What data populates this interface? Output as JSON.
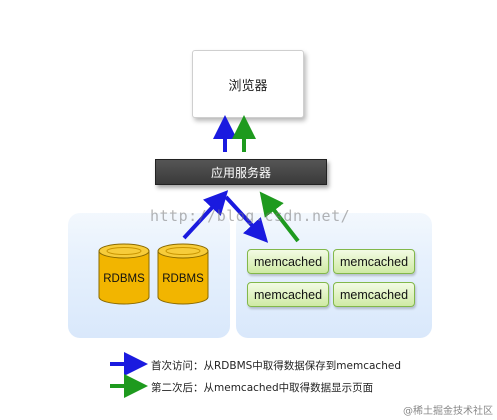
{
  "browser": {
    "label": "浏览器"
  },
  "app_server": {
    "label": "应用服务器"
  },
  "databases": [
    {
      "label": "RDBMS"
    },
    {
      "label": "RDBMS"
    }
  ],
  "caches": [
    {
      "label": "memcached"
    },
    {
      "label": "memcached"
    },
    {
      "label": "memcached"
    },
    {
      "label": "memcached"
    }
  ],
  "watermark": "http://blog.csdn.net/",
  "legend": [
    {
      "text": "首次访问：从RDBMS中取得数据保存到memcached",
      "color": "#1a1adf"
    },
    {
      "text": "第二次后：从memcached中取得数据显示页面",
      "color": "#1e9a1e"
    }
  ],
  "corner_mark": "@稀土掘金技术社区",
  "colors": {
    "blue_arrow": "#1a1adf",
    "green_arrow": "#1e9a1e",
    "db_fill": "#f2b500",
    "cache_fill": "#d4ecab"
  }
}
